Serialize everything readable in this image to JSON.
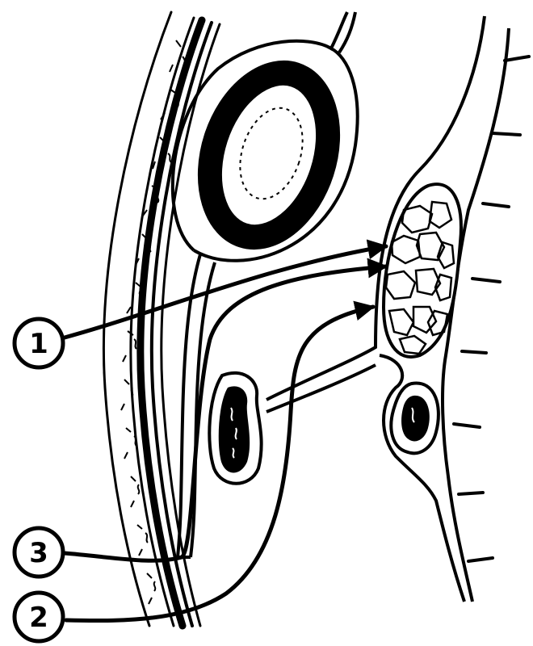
{
  "colors": {
    "ink": "#000000",
    "paper": "#ffffff"
  },
  "callouts": [
    {
      "label": "1"
    },
    {
      "label": "3"
    },
    {
      "label": "2"
    }
  ]
}
